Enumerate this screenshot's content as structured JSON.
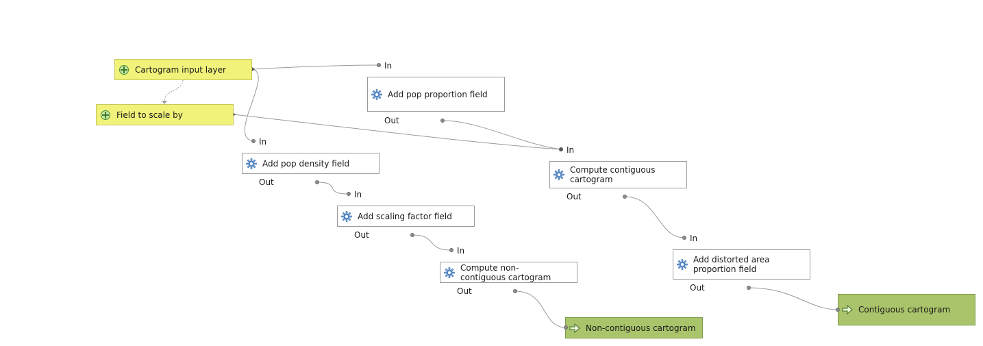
{
  "nodes": {
    "cartogram_input_layer": "Cartogram input layer",
    "field_to_scale_by": "Field to scale by",
    "add_pop_proportion_field": "Add pop proportion field",
    "add_pop_density_field": "Add pop density field",
    "add_scaling_factor_field": "Add scaling factor field",
    "compute_non_contiguous": "Compute non-contiguous cartogram",
    "compute_contiguous": "Compute contiguous cartogram",
    "add_distorted_area": "Add distorted area proportion field",
    "non_contiguous_output": "Non-contiguous cartogram",
    "contiguous_output": "Contiguous cartogram"
  },
  "ports": {
    "in": "In",
    "out": "Out"
  },
  "icons": {
    "input": "input-plus-icon",
    "algorithm": "gear-algorithm-icon",
    "output": "output-arrow-icon"
  },
  "colors": {
    "input_fill": "#f0f27a",
    "output_fill": "#a9c46a",
    "connector": "#8c8c8c"
  }
}
